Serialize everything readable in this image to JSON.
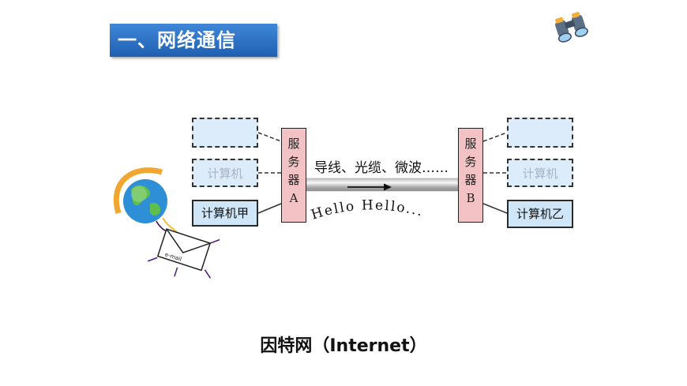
{
  "slide": {
    "title": "一、网络通信",
    "caption": "因特网（Internet）"
  },
  "left": {
    "computer_faded": "计算机",
    "computer_main": "计算机甲",
    "server_chars": [
      "服",
      "务",
      "器",
      "A"
    ]
  },
  "right": {
    "computer_faded": "计算机",
    "computer_main": "计算机乙",
    "server_chars": [
      "服",
      "务",
      "器",
      "B"
    ]
  },
  "link": {
    "media_label": "导线、光缆、微波……",
    "hello_text": "Hello Hello..."
  },
  "envelope": {
    "label": "e-mail"
  },
  "colors": {
    "title_bar": "#2a6fc4",
    "computer_box": "#cfe6f8",
    "server": "#f2c2c4"
  },
  "icons": [
    "binoculars-icon",
    "globe-icon",
    "email-envelope-icon",
    "arrow-right-icon"
  ]
}
